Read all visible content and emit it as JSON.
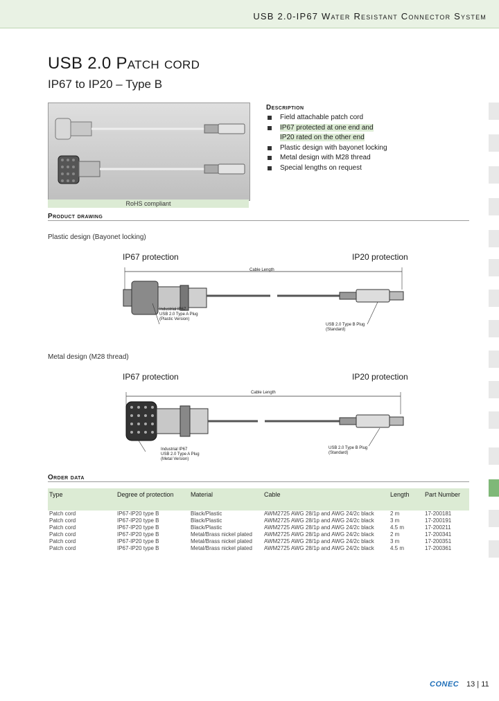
{
  "header": {
    "title": "USB 2.0-IP67 Water Resistant Connector System"
  },
  "title": "USB 2.0 Patch cord",
  "subtitle": "IP67 to IP20 – Type B",
  "photo": {
    "caption": "RoHS compliant"
  },
  "description": {
    "heading": "Description",
    "items": [
      "Field attachable patch cord",
      "IP67 protected at one end and",
      "IP20 rated on the other end",
      "Plastic design with bayonet locking",
      "Metal design with M28 thread",
      "Special lengths on request"
    ]
  },
  "drawing": {
    "heading": "Product drawing",
    "plastic": {
      "caption": "Plastic design (Bayonet locking)",
      "left_label": "IP67 protection",
      "right_label": "IP20 protection",
      "cable_length": "Cable Length",
      "plug_a": [
        "Industrial IP67",
        "USB 2.0 Type A Plug",
        "(Plastic Version)"
      ],
      "plug_b": [
        "USB 2.0 Type B Plug",
        "(Standard)"
      ]
    },
    "metal": {
      "caption": "Metal design (M28 thread)",
      "left_label": "IP67 protection",
      "right_label": "IP20 protection",
      "cable_length": "Cable Length",
      "plug_a": [
        "Industrial IP67",
        "USB 2.0 Type A Plug",
        "(Metal Version)"
      ],
      "plug_b": [
        "USB 2.0 Type B Plug",
        "(Standard)"
      ]
    }
  },
  "order": {
    "heading": "Order data",
    "columns": [
      "Type",
      "Degree of protection",
      "Material",
      "Cable",
      "Length",
      "Part Number"
    ],
    "rows": [
      [
        "Patch cord",
        "IP67-IP20 type B",
        "Black/Plastic",
        "AWM2725 AWG 28/1p and AWG 24/2c black",
        "2 m",
        "17-200181"
      ],
      [
        "Patch cord",
        "IP67-IP20 type B",
        "Black/Plastic",
        "AWM2725 AWG 28/1p and AWG 24/2c black",
        "3 m",
        "17-200191"
      ],
      [
        "Patch cord",
        "IP67-IP20 type B",
        "Black/Plastic",
        "AWM2725 AWG 28/1p and AWG 24/2c black",
        "4.5 m",
        "17-200211"
      ],
      [
        "Patch cord",
        "IP67-IP20 type B",
        "Metal/Brass nickel plated",
        "AWM2725 AWG 28/1p and AWG 24/2c black",
        "2 m",
        "17-200341"
      ],
      [
        "Patch cord",
        "IP67-IP20 type B",
        "Metal/Brass nickel plated",
        "AWM2725 AWG 28/1p and AWG 24/2c black",
        "3 m",
        "17-200351"
      ],
      [
        "Patch cord",
        "IP67-IP20 type B",
        "Metal/Brass nickel plated",
        "AWM2725 AWG 28/1p and AWG 24/2c black",
        "4.5 m",
        "17-200361"
      ]
    ]
  },
  "footer": {
    "logo": "CONEC",
    "page": "13 | 11"
  },
  "colors": {
    "accent_green": "#7fb878",
    "light_green": "#dcebd4",
    "brand_blue": "#1f6fb8"
  }
}
